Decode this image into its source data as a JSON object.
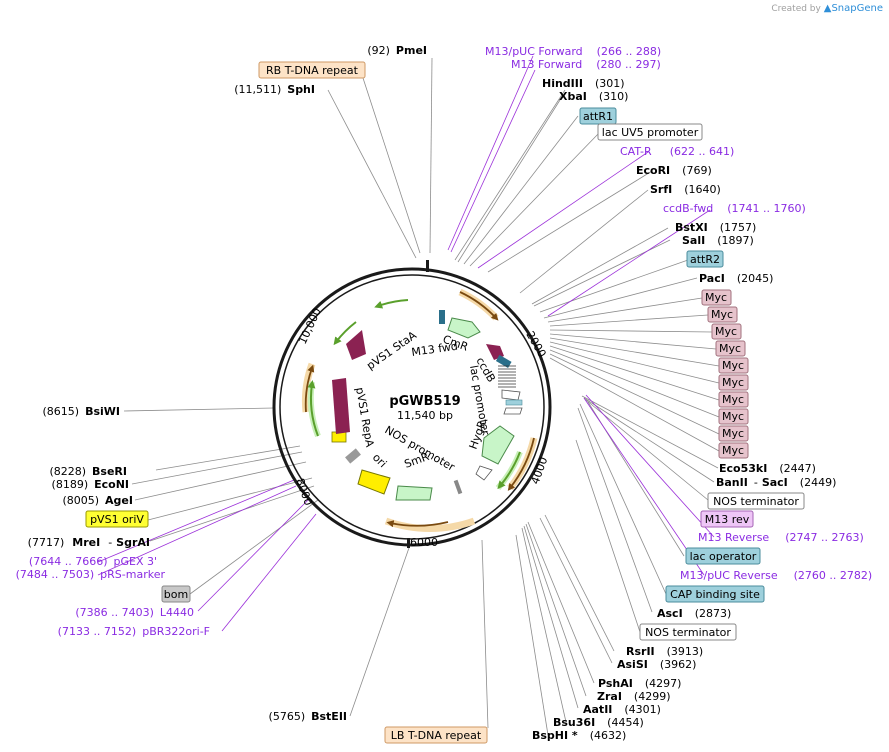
{
  "branding": {
    "created_by": "Created by",
    "app": "SnapGene"
  },
  "plasmid": {
    "name": "pGWB519",
    "length": "11,540 bp"
  },
  "ticks": [
    "2000",
    "4000",
    "6000",
    "8000",
    "10,000"
  ],
  "enzymes": [
    {
      "name": "PmeI",
      "pos": "(92)"
    },
    {
      "name": "SphI",
      "pos": "(11,511)"
    },
    {
      "name": "HindIII",
      "pos": "(301)"
    },
    {
      "name": "XbaI",
      "pos": "(310)"
    },
    {
      "name": "EcoRI",
      "pos": "(769)"
    },
    {
      "name": "SrfI",
      "pos": "(1640)"
    },
    {
      "name": "BstXI",
      "pos": "(1757)"
    },
    {
      "name": "SalI",
      "pos": "(1897)"
    },
    {
      "name": "PacI",
      "pos": "(2045)"
    },
    {
      "name": "Eco53kI",
      "pos": "(2447)"
    },
    {
      "name": "BanII",
      "sep": "-",
      "name2": "SacI",
      "pos": "(2449)"
    },
    {
      "name": "AscI",
      "pos": "(2873)"
    },
    {
      "name": "RsrII",
      "pos": "(3913)"
    },
    {
      "name": "AsiSI",
      "pos": "(3962)"
    },
    {
      "name": "PshAI",
      "pos": "(4297)"
    },
    {
      "name": "ZraI",
      "pos": "(4299)"
    },
    {
      "name": "AatII",
      "pos": "(4301)"
    },
    {
      "name": "Bsu36I",
      "pos": "(4454)"
    },
    {
      "name": "BspHI *",
      "pos": "(4632)"
    },
    {
      "name": "BstEII",
      "pos": "(5765)"
    },
    {
      "name": "MreI",
      "sep": "-",
      "name2": "SgrAI",
      "pos": "(7717)"
    },
    {
      "name": "AgeI",
      "pos": "(8005)"
    },
    {
      "name": "EcoNI",
      "pos": "(8189)"
    },
    {
      "name": "BseRI",
      "pos": "(8228)"
    },
    {
      "name": "BsiWI",
      "pos": "(8615)"
    }
  ],
  "primers": [
    {
      "name": "M13/pUC Forward",
      "range": "(266 .. 288)"
    },
    {
      "name": "M13 Forward",
      "range": "(280 .. 297)"
    },
    {
      "name": "CAT-R",
      "range": "(622 .. 641)"
    },
    {
      "name": "ccdB-fwd",
      "range": "(1741 .. 1760)"
    },
    {
      "name": "M13 Reverse",
      "range": "(2747 .. 2763)"
    },
    {
      "name": "M13/pUC Reverse",
      "range": "(2760 .. 2782)"
    },
    {
      "name": "pGEX 3'",
      "range": "(7644 .. 7666)"
    },
    {
      "name": "pRS-marker",
      "range": "(7484 .. 7503)"
    },
    {
      "name": "L4440",
      "range": "(7386 .. 7403)"
    },
    {
      "name": "pBR322ori-F",
      "range": "(7133 .. 7152)"
    }
  ],
  "boxed_features": [
    {
      "label": "RB T-DNA repeat",
      "fill": "#fde3c7",
      "stroke": "#cf9a66"
    },
    {
      "label": "attR1",
      "fill": "#9ed0dc",
      "stroke": "#4b8c9c"
    },
    {
      "label": "lac UV5 promoter",
      "fill": "#ffffff",
      "stroke": "#888888"
    },
    {
      "label": "attR2",
      "fill": "#9ed0dc",
      "stroke": "#4b8c9c"
    },
    {
      "label": "Myc",
      "fill": "#e6c3cc",
      "stroke": "#a2727e"
    },
    {
      "label": "NOS terminator",
      "fill": "#ffffff",
      "stroke": "#888888"
    },
    {
      "label": "M13 rev",
      "fill": "#eec6f6",
      "stroke": "#a564b5"
    },
    {
      "label": "lac operator",
      "fill": "#9ed0dc",
      "stroke": "#4b8c9c"
    },
    {
      "label": "CAP binding site",
      "fill": "#9ed0dc",
      "stroke": "#4b8c9c"
    },
    {
      "label": "NOS terminator",
      "fill": "#ffffff",
      "stroke": "#888888"
    },
    {
      "label": "LB T-DNA repeat",
      "fill": "#fde3c7",
      "stroke": "#cf9a66"
    },
    {
      "label": "pVS1 oriV",
      "fill": "#ffff33",
      "stroke": "#999900"
    },
    {
      "label": "bom",
      "fill": "#c8c8c8",
      "stroke": "#888888"
    }
  ],
  "inner_features": [
    "CmR",
    "M13 fwd",
    "ccdB",
    "lac promoter",
    "HygR",
    "NOS promoter",
    "SmR",
    "ori",
    "pVS1 RepA",
    "pVS1 StaA"
  ],
  "colors": {
    "orange_arrow": "#e8a33c",
    "green_arrow": "#5aa02c",
    "mint_feature": "#c8f5c8",
    "maroon_feature": "#8b2252",
    "yellow_feature": "#ffee00",
    "primer_purple": "#9b30d9"
  }
}
